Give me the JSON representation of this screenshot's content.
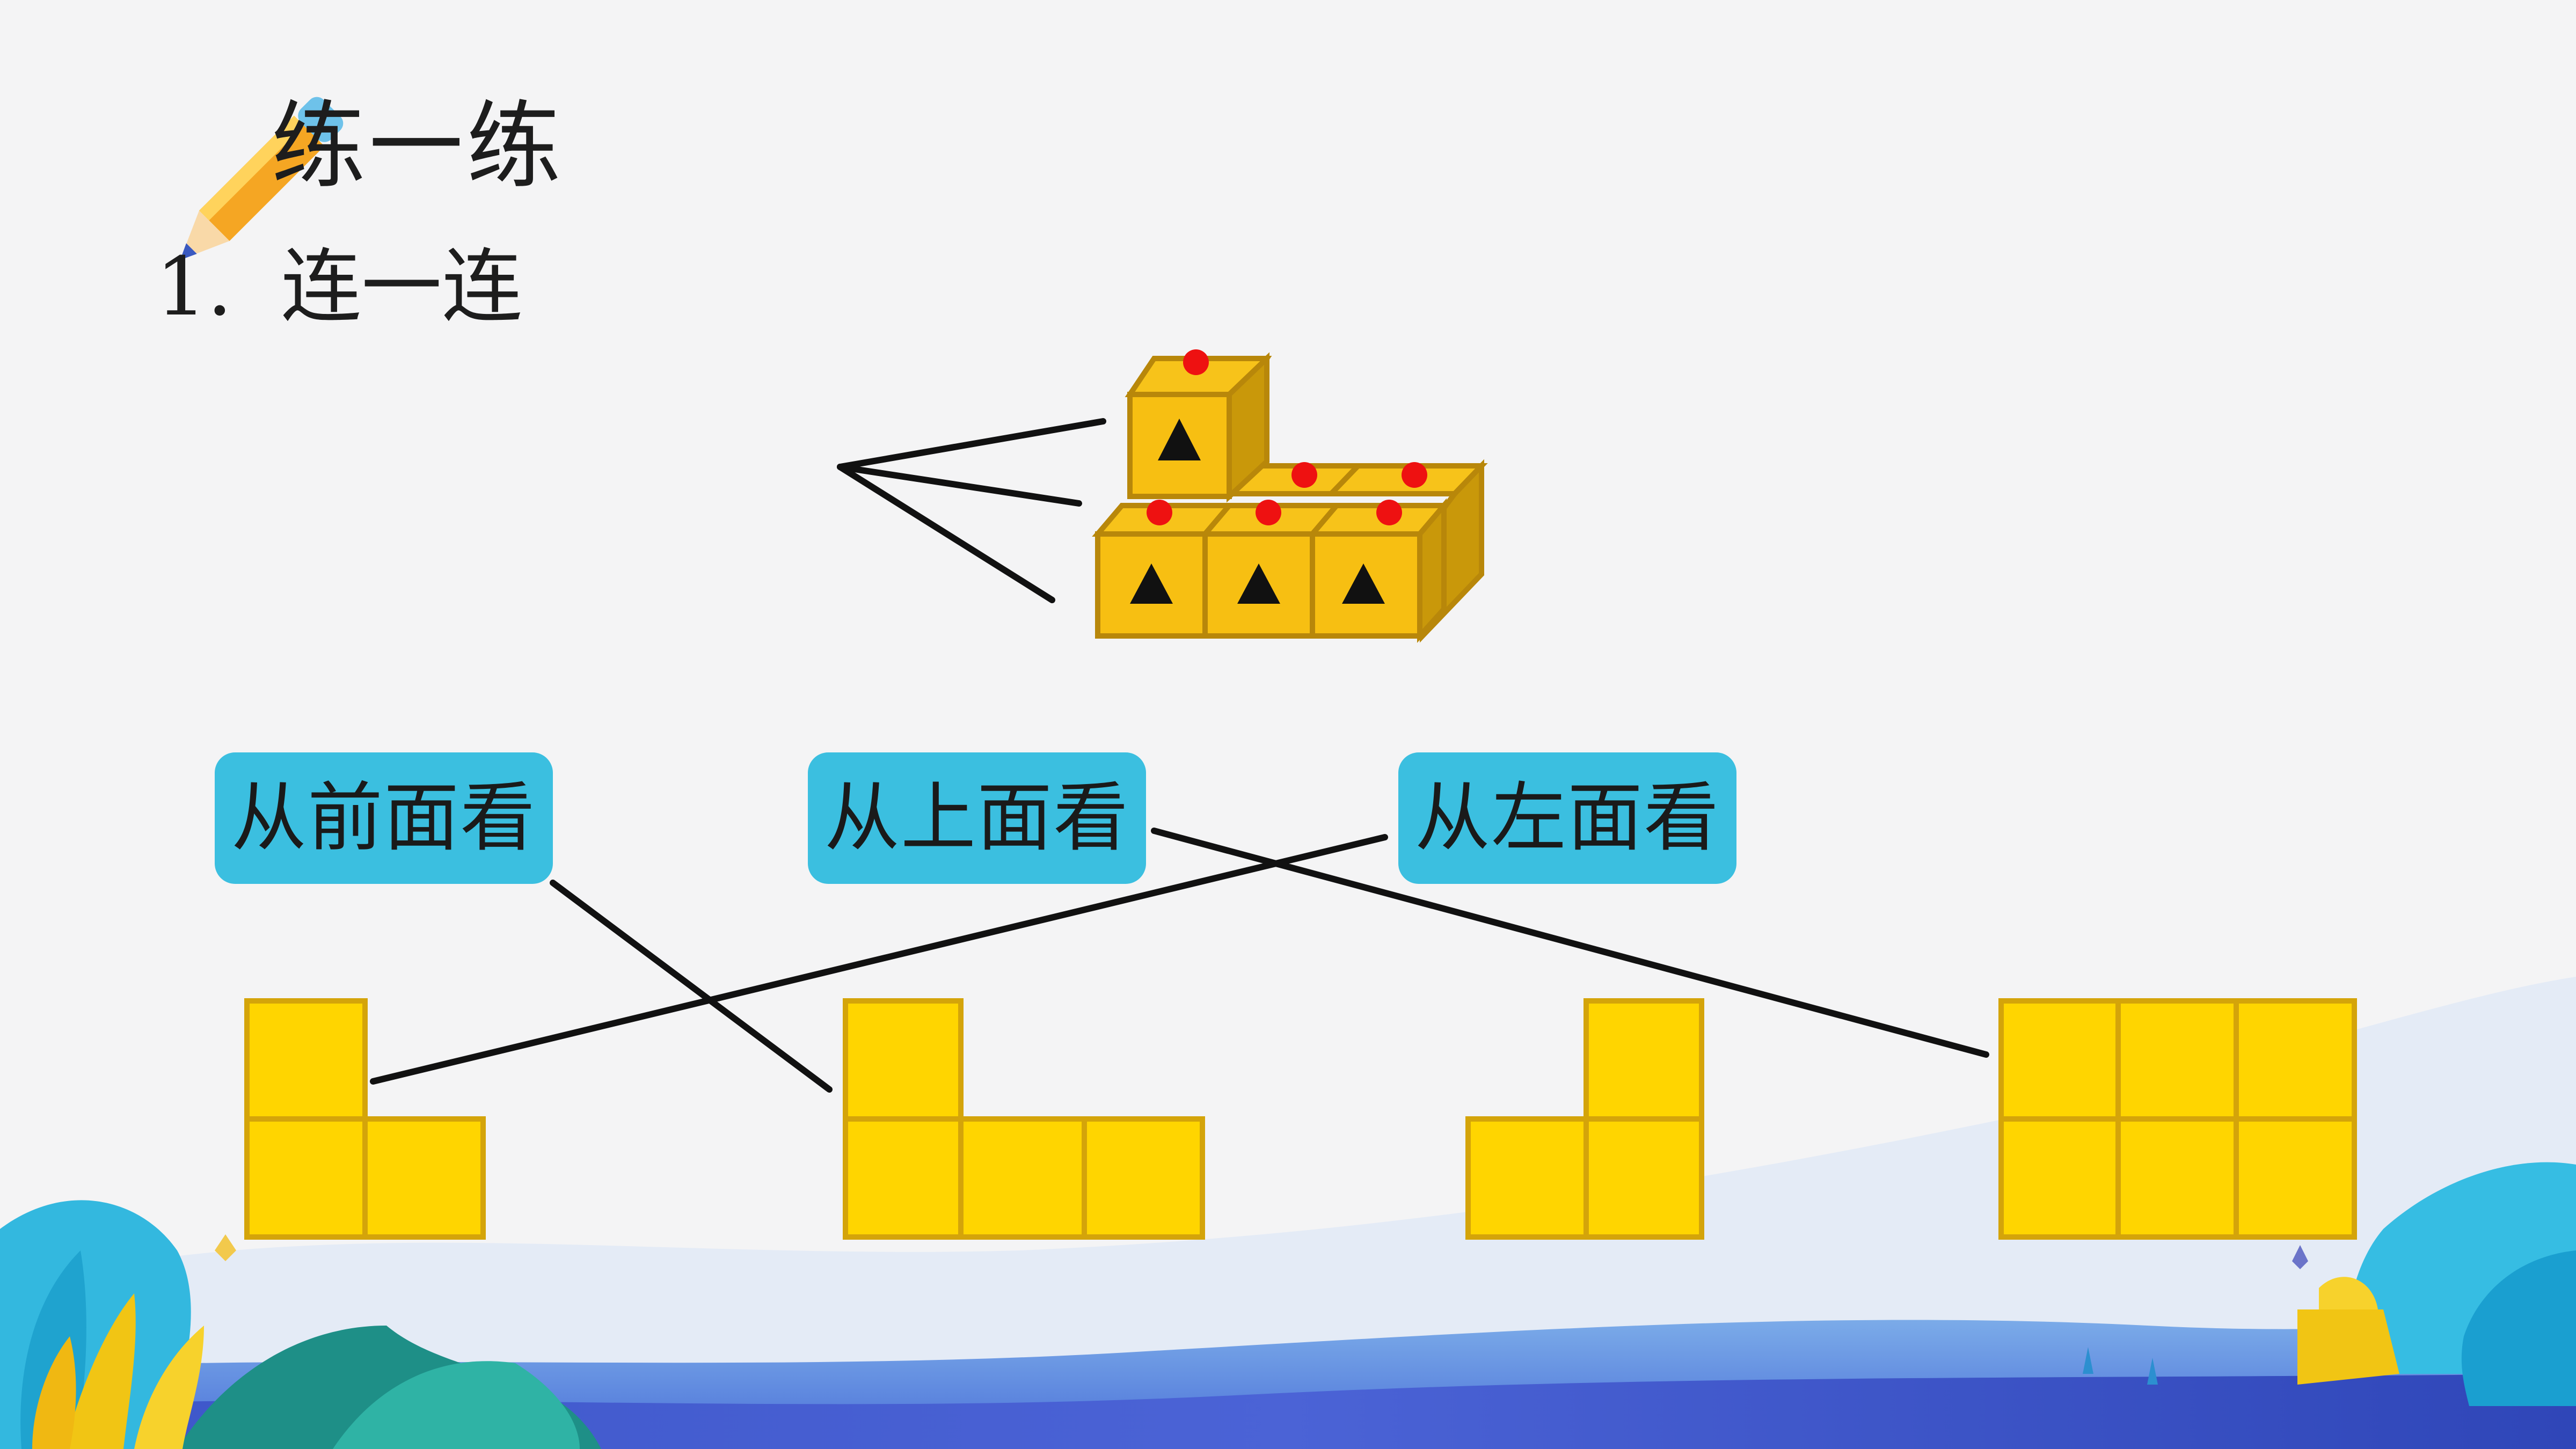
{
  "heading": {
    "title": "练一练",
    "icon": "pencil-icon"
  },
  "question": {
    "number": "1.",
    "text": "连一连"
  },
  "labels": [
    {
      "id": "front",
      "text": "从前面看"
    },
    {
      "id": "top",
      "text": "从上面看"
    },
    {
      "id": "left",
      "text": "从左面看"
    }
  ],
  "colors": {
    "cube_face": "#f7bf12",
    "cube_side": "#c9980a",
    "cube_edge": "#b8870a",
    "view_square": "#ffd500",
    "view_edge": "#d4a40a",
    "label_bg": "#3bbfe0",
    "marker": "#ee1111",
    "line": "#111111"
  },
  "views": [
    {
      "name": "view-front-shape",
      "squares": 3
    },
    {
      "name": "view-left-shape-a",
      "squares": 4
    },
    {
      "name": "view-left-shape-b",
      "squares": 3
    },
    {
      "name": "view-top-shape",
      "squares": 6
    }
  ]
}
